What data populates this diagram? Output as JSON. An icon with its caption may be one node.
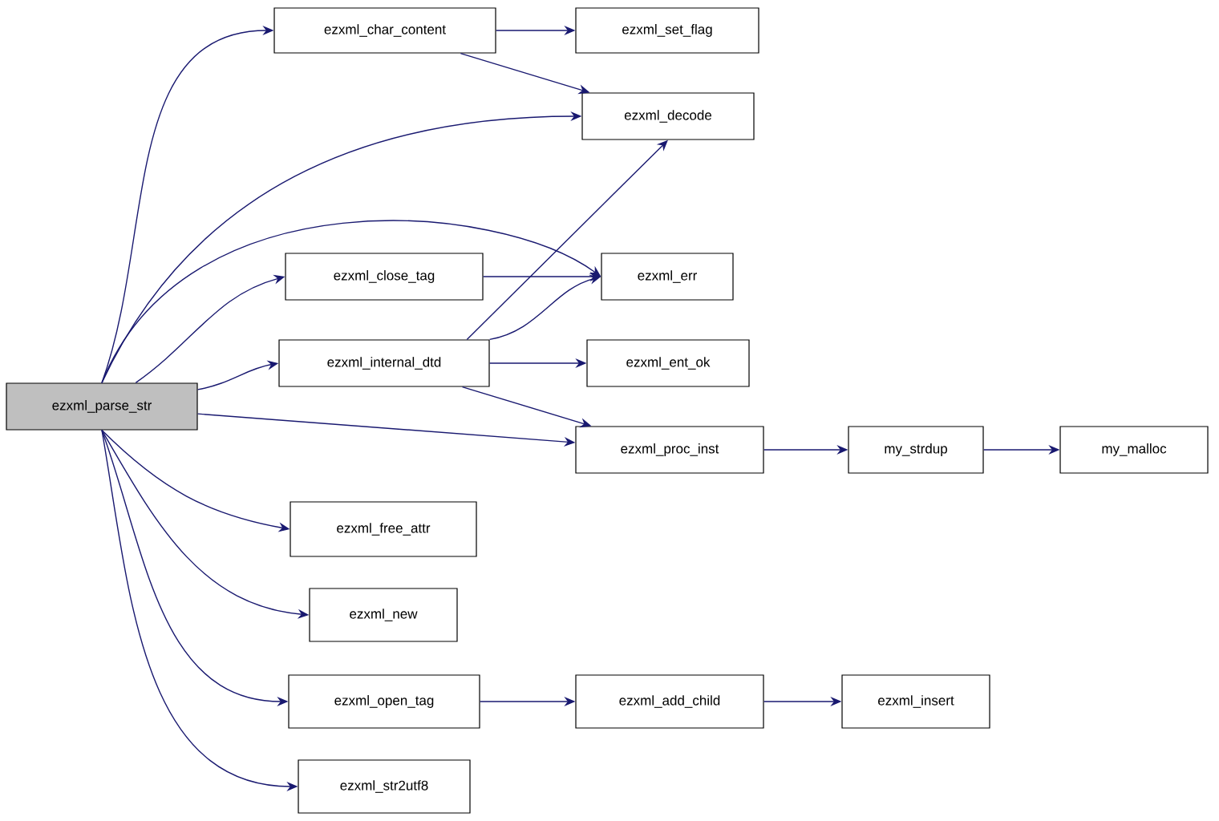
{
  "diagram": {
    "nodes": [
      {
        "text": [
          "ezxml_parse_str"
        ]
      },
      {
        "text": [
          "ezxml_char_content"
        ]
      },
      {
        "text": [
          "ezxml_set_flag"
        ]
      },
      {
        "text": [
          "ezxml_decode"
        ]
      },
      {
        "text": [
          "ezxml_err"
        ]
      },
      {
        "text": [
          "ezxml_close_tag"
        ]
      },
      {
        "text": [
          "ezxml_internal_dtd"
        ]
      },
      {
        "text": [
          "ezxml_ent_ok"
        ]
      },
      {
        "text": [
          "ezxml_proc_inst"
        ]
      },
      {
        "text": [
          "my_strdup"
        ]
      },
      {
        "text": [
          "my_malloc"
        ]
      },
      {
        "text": [
          "ezxml_free_attr"
        ]
      },
      {
        "text": [
          "ezxml_new"
        ]
      },
      {
        "text": [
          "ezxml_open_tag"
        ]
      },
      {
        "text": [
          "ezxml_add_child"
        ]
      },
      {
        "text": [
          "ezxml_insert"
        ]
      },
      {
        "text": [
          "ezxml_str2utf8"
        ]
      }
    ],
    "edges": [
      {
        "from": 0,
        "to": 1,
        "arrow": "to"
      },
      {
        "from": 0,
        "to": 3,
        "arrow": "to"
      },
      {
        "from": 0,
        "to": 4,
        "arrow": "to"
      },
      {
        "from": 0,
        "to": 5,
        "arrow": "to"
      },
      {
        "from": 0,
        "to": 6,
        "arrow": "to"
      },
      {
        "from": 0,
        "to": 8,
        "arrow": "to"
      },
      {
        "from": 0,
        "to": 11,
        "arrow": "to"
      },
      {
        "from": 0,
        "to": 12,
        "arrow": "to"
      },
      {
        "from": 0,
        "to": 13,
        "arrow": "to"
      },
      {
        "from": 0,
        "to": 16,
        "arrow": "to"
      },
      {
        "from": 1,
        "to": 2,
        "arrow": "to"
      },
      {
        "from": 1,
        "to": 3,
        "arrow": "to"
      },
      {
        "from": 5,
        "to": 4,
        "arrow": "to"
      },
      {
        "from": 6,
        "to": 3,
        "arrow": "to"
      },
      {
        "from": 6,
        "to": 4,
        "arrow": "to"
      },
      {
        "from": 6,
        "to": 7,
        "arrow": "to"
      },
      {
        "from": 6,
        "to": 8,
        "arrow": "to"
      },
      {
        "from": 8,
        "to": 9,
        "arrow": "to"
      },
      {
        "from": 9,
        "to": 10,
        "arrow": "to"
      },
      {
        "from": 13,
        "to": 14,
        "arrow": "to"
      },
      {
        "from": 14,
        "to": 15,
        "arrow": "to"
      }
    ]
  }
}
